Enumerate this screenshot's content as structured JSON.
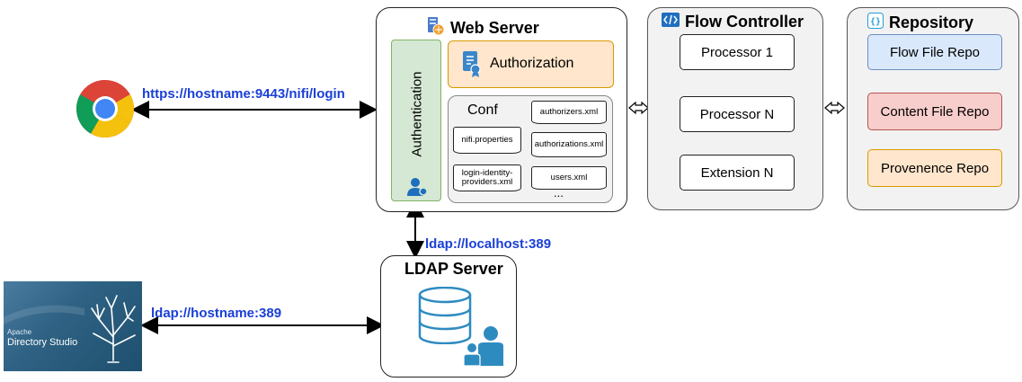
{
  "web_server": {
    "title": "Web Server",
    "authentication_label": "Authentication",
    "authorization_label": "Authorization",
    "conf": {
      "title": "Conf",
      "files": [
        "nifi.properties",
        "authorizers.xml",
        "authorizations.xml",
        "login-identity-providers.xml",
        "users.xml"
      ],
      "more": "..."
    }
  },
  "flow_controller": {
    "title": "Flow Controller",
    "items": [
      "Processor 1",
      "Processor N",
      "Extension N"
    ]
  },
  "repository": {
    "title": "Repository",
    "items": [
      {
        "label": "Flow File Repo",
        "color": "#dae8fc"
      },
      {
        "label": "Content File Repo",
        "color": "#f8cecc"
      },
      {
        "label": "Provenence Repo",
        "color": "#ffe6cc"
      }
    ]
  },
  "ldap_server": {
    "title": "LDAP Server"
  },
  "links": {
    "browser": "https://hostname:9443/nifi/login",
    "ldap_local": "ldap://localhost:389",
    "ldap_studio": "ldap://hostname:389"
  },
  "directory_studio": {
    "vendor": "Apache",
    "product": "Directory Studio"
  },
  "icons": {
    "web_server": "server-icon",
    "flow_controller": "code-icon",
    "repository": "json-brackets-icon",
    "browser": "chrome-browser-icon",
    "authorization": "certificate-icon",
    "authentication": "user-icon",
    "database": "database-icon",
    "users": "users-icon"
  },
  "colors": {
    "authentication_bg": "#d5e8d4",
    "authorization_bg": "#ffe6cc",
    "link_text": "#1a3fd6"
  }
}
